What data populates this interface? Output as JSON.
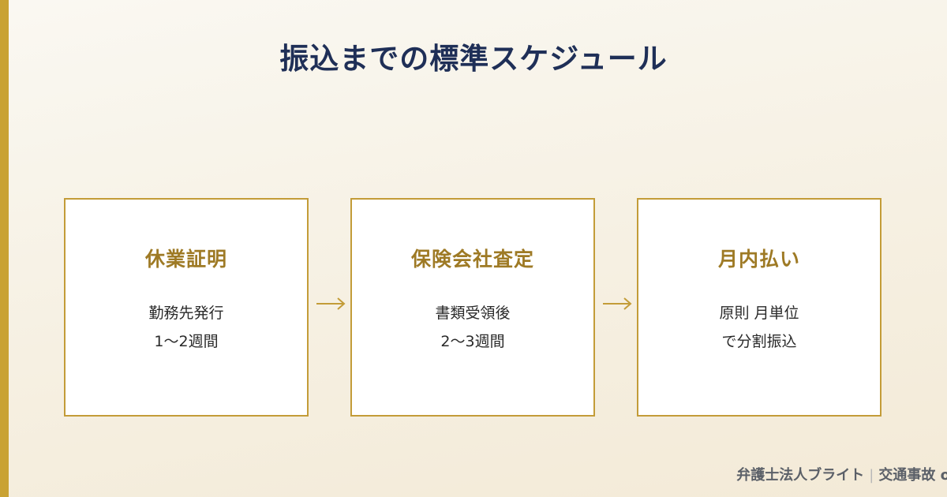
{
  "title": "振込までの標準スケジュール",
  "steps": [
    {
      "heading": "休業証明",
      "lines": [
        "勤務先発行",
        "1〜2週間"
      ]
    },
    {
      "heading": "保険会社査定",
      "lines": [
        "書類受領後",
        "2〜3週間"
      ]
    },
    {
      "heading": "月内払い",
      "lines": [
        "原則 月単位",
        "で分割振込"
      ]
    }
  ],
  "footer": {
    "firm": "弁護士法人ブライト",
    "separator": "|",
    "topic": "交通事故 o"
  },
  "colors": {
    "accent": "#c9a233",
    "title": "#1f2f57",
    "step_heading": "#9e7a25",
    "border": "#c39c38"
  }
}
